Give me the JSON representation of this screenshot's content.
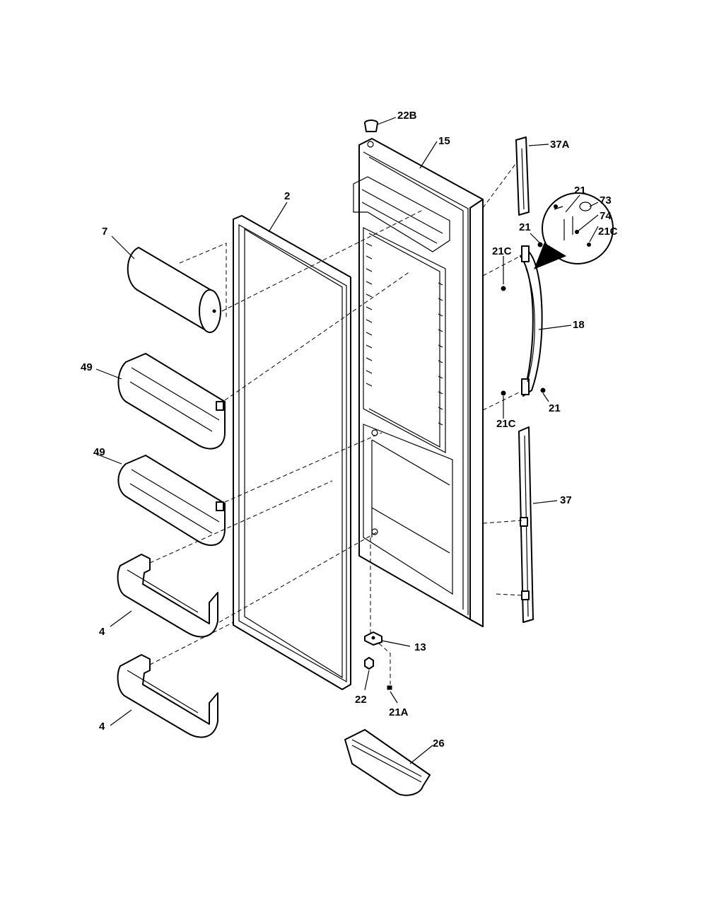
{
  "labels": {
    "p22b": "22B",
    "p15": "15",
    "p37a": "37A",
    "p2": "2",
    "p7": "7",
    "p21_top": "21",
    "p73": "73",
    "p74": "74",
    "p21c_detail": "21C",
    "p21_mid": "21",
    "p21c_upper": "21C",
    "p18": "18",
    "p49_upper": "49",
    "p49_lower": "49",
    "p21_lower": "21",
    "p21c_lower": "21C",
    "p37": "37",
    "p4_upper": "4",
    "p4_lower": "4",
    "p13": "13",
    "p22": "22",
    "p21a": "21A",
    "p26": "26"
  },
  "icons": [
    "door-gasket",
    "door-liner",
    "handle",
    "trim",
    "bin",
    "shelf",
    "hinge",
    "screw",
    "plug"
  ]
}
